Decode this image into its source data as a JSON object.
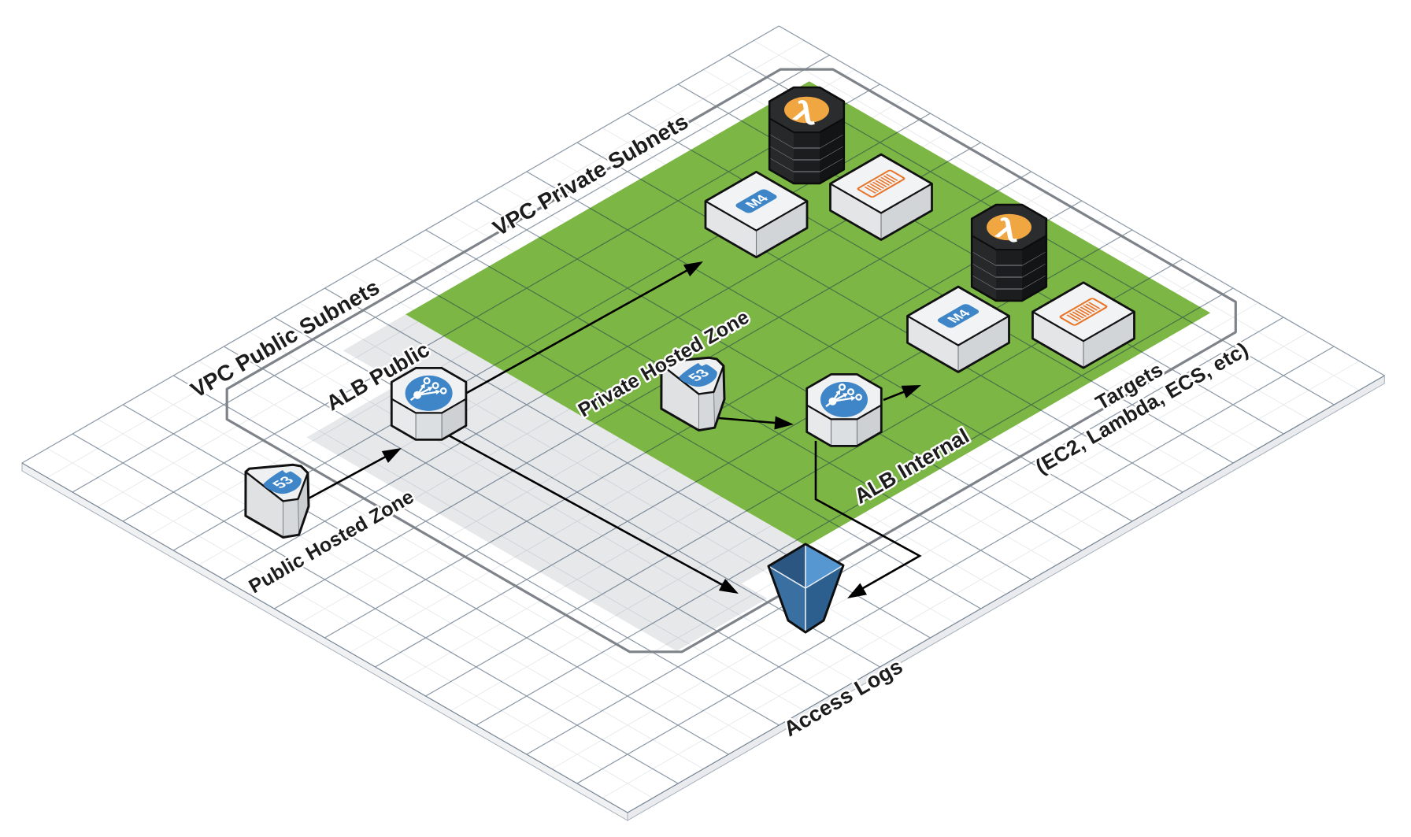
{
  "diagram": {
    "type": "isometric-aws-vpc-architecture",
    "labels": {
      "vpc_private_subnets": "VPC Private Subnets",
      "vpc_public_subnets": "VPC Public Subnets",
      "alb_public": "ALB Public",
      "public_hosted_zone": "Public Hosted Zone",
      "private_hosted_zone": "Private Hosted Zone",
      "alb_internal": "ALB Internal",
      "access_logs": "Access Logs",
      "targets_line1": "Targets",
      "targets_line2": "(EC2, Lambda, ECS, etc)"
    },
    "icon_texts": {
      "route53_badge": "53",
      "m4_label": "M4"
    },
    "nodes": [
      {
        "id": "route53-public-hosted-zone",
        "icon": "route53",
        "label": "Public Hosted Zone"
      },
      {
        "id": "alb-public",
        "icon": "application-load-balancer",
        "label": "ALB Public"
      },
      {
        "id": "route53-private-hosted-zone",
        "icon": "route53",
        "label": "Private Hosted Zone"
      },
      {
        "id": "alb-internal",
        "icon": "application-load-balancer",
        "label": "ALB Internal"
      },
      {
        "id": "lambda-stack-1",
        "icon": "lambda"
      },
      {
        "id": "m4-instance-1",
        "icon": "ec2-m4"
      },
      {
        "id": "container-instance-1",
        "icon": "container"
      },
      {
        "id": "lambda-stack-2",
        "icon": "lambda"
      },
      {
        "id": "m4-instance-2",
        "icon": "ec2-m4"
      },
      {
        "id": "container-instance-2",
        "icon": "container"
      },
      {
        "id": "access-logs-bucket",
        "icon": "s3-bucket",
        "label": "Access Logs"
      }
    ],
    "edges": [
      {
        "from": "route53-public-hosted-zone",
        "to": "alb-public"
      },
      {
        "from": "alb-public",
        "to": "targets"
      },
      {
        "from": "alb-public",
        "to": "access-logs-bucket"
      },
      {
        "from": "route53-private-hosted-zone",
        "to": "alb-internal"
      },
      {
        "from": "alb-internal",
        "to": "targets"
      },
      {
        "from": "alb-internal",
        "to": "access-logs-bucket"
      }
    ],
    "colors": {
      "private_subnets_fill": "#7cb644",
      "public_subnets_fill": "#e6e8ea",
      "vpc_border": "#7e838a",
      "brand_blue": "#3e86c8",
      "lambda_orange": "#f0a641",
      "container_orange": "#e8762a",
      "bucket_blue_dark": "#2a5681",
      "bucket_blue_light": "#5697d2",
      "label_text": "#1c1c1c"
    }
  }
}
